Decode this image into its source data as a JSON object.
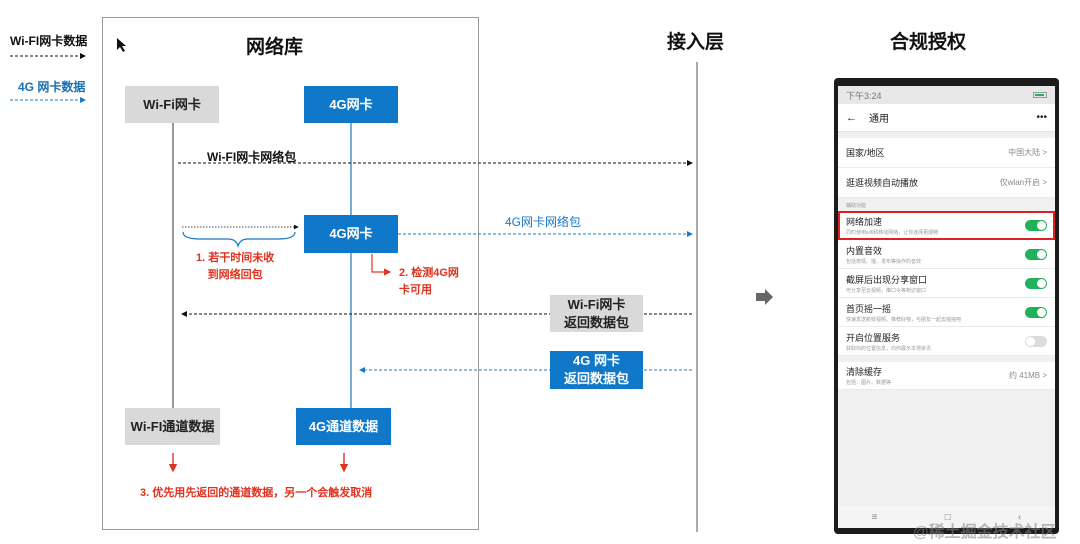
{
  "legend": {
    "wifi": "Wi-FI网卡数据",
    "g4": "4G 网卡数据"
  },
  "titles": {
    "network_lib": "网络库",
    "access_layer": "接入层",
    "compliance": "合规授权"
  },
  "boxes": {
    "wifi_card": "Wi-Fi网卡",
    "g4_card_top": "4G网卡",
    "g4_card_mid": "4G网卡",
    "wifi_channel": "Wi-FI通道数据",
    "g4_channel": "4G通道数据",
    "wifi_return_line1": "Wi-Fi网卡",
    "wifi_return_line2": "返回数据包",
    "g4_return_line1": "4G 网卡",
    "g4_return_line2": "返回数据包"
  },
  "labels": {
    "wifi_packet": "Wi-FI网卡网络包",
    "g4_packet": "4G网卡网络包"
  },
  "notes": {
    "step1_line1": "1. 若干时间未收",
    "step1_line2": "到网络回包",
    "step2_line1": "2. 检测4G网",
    "step2_line2": "卡可用",
    "step3": "3. 优先用先返回的通道数据，另一个会触发取消"
  },
  "phone": {
    "status_time": "下午3:24",
    "appbar_title": "通用",
    "rows": [
      {
        "title": "国家/地区",
        "value": "中国大陆 >"
      },
      {
        "title": "逛逛视频自动播放",
        "value": "仅wlan开启 >"
      }
    ],
    "section_label": "辅助功能",
    "toggle_rows": [
      {
        "title": "网络加速",
        "sub": "同时使用wifi和移动网络，让你连网更顺畅",
        "on": true
      },
      {
        "title": "内置音效",
        "sub": "包括表情、摇、发布等操作的音效",
        "on": true
      },
      {
        "title": "截屏后出现分享窗口",
        "sub": "可分享至云视频，推口令等到达窗口",
        "on": true
      },
      {
        "title": "首页摇一摇",
        "sub": "快速发送新鲜视频，推荐好物，与朋友一起去摇摇吧",
        "on": true
      },
      {
        "title": "开启位置服务",
        "sub": "获取你的位置信息，向你展示本地资讯",
        "on": false
      }
    ],
    "cache_row": {
      "title": "清除缓存",
      "sub": "包括：图片、数据等",
      "value": "约 41MB >"
    },
    "nav_menu": "≡",
    "nav_home": "□",
    "nav_back": "‹"
  },
  "watermark": "@稀土掘金技术社区",
  "colors": {
    "accent_blue": "#0f78c8",
    "note_red": "#e0321e",
    "box_gray": "#d9d9d9",
    "toggle_green": "#20b25a",
    "highlight_red": "#e02020"
  }
}
